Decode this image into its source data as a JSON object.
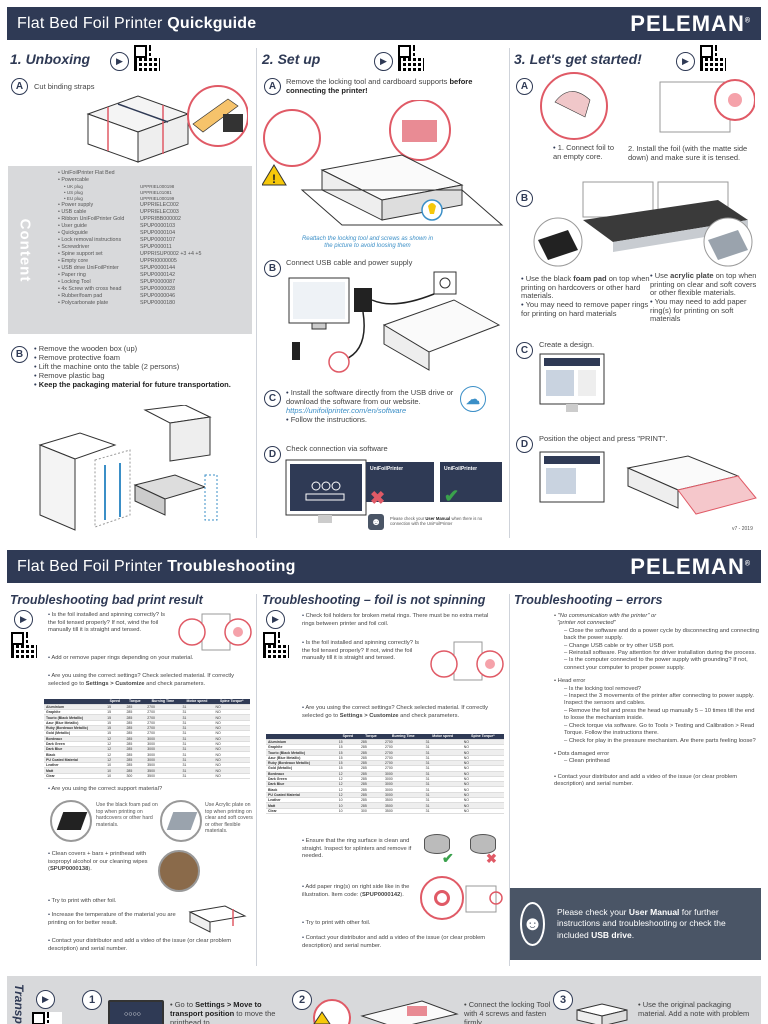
{
  "quickguide": {
    "title_regular": "Flat Bed Foil Printer",
    "title_bold": "Quickguide",
    "logo": "PELEMAN",
    "unboxing": {
      "title": "1. Unboxing",
      "a_label": "Cut binding straps",
      "content_label": "Content",
      "items": [
        [
          "UniFoilPrinter Flat Bed",
          ""
        ],
        [
          "Powercable",
          ""
        ],
        [
          "UK plug",
          "UPPRIEL000198"
        ],
        [
          "US plug",
          "UPPRIEL01081"
        ],
        [
          "EU plug",
          "UPPRIEL000199"
        ],
        [
          "Power supply",
          "UPPRIELEC002"
        ],
        [
          "USB cable",
          "UPPRIELEC003"
        ],
        [
          "Ribbon UniFoilPrinter Gold",
          "UPPRIBB000002"
        ],
        [
          "User guide",
          "SPUP0000103"
        ],
        [
          "Quickguide",
          "SPUP0000104"
        ],
        [
          "Lock removal instructions",
          "SPUP0000107"
        ],
        [
          "Screwdriver",
          "SPUP000011"
        ],
        [
          "Spine support set",
          "UPPRISUP0002 +3 +4 +5"
        ],
        [
          "Empty core",
          "UPPRI0000005"
        ],
        [
          "USB drive UniFoilPrinter",
          "SPUP0000144"
        ],
        [
          "Paper ring",
          "SPUP0000142"
        ],
        [
          "Locking Tool",
          "SPUP0000087"
        ],
        [
          "4x Screw with cross head",
          "SPUP0000028"
        ],
        [
          "Rubber/foam pad",
          "SPUP0000046"
        ],
        [
          "Polycarbonate plate",
          "SPUP0000180"
        ]
      ],
      "b_items": [
        "Remove the wooden box (up)",
        "Remove protective foam",
        "Lift the machine onto the table (2 persons)",
        "Remove plastic bag"
      ],
      "b_bold": "Keep the packaging material for future transportation."
    },
    "setup": {
      "title": "2. Set up",
      "a_text": "Remove the locking tool and cardboard supports",
      "a_bold": "before connecting the printer!",
      "a_note": "Reattach the locking tool and screws as shown in the picture to avoid loosing them",
      "b_text": "Connect USB cable and power supply",
      "c_text": "Install the software directly from the USB drive or download the software from our website.",
      "c_link": "https://unifoilprinter.com/en/software",
      "c_follow": "Follow the instructions.",
      "d_text": "Check connection via software",
      "d_screen": "UniFoilPrinter",
      "d_note_pre": "Please check your",
      "d_note_bold": "User Manual",
      "d_note_post": "when there is no connection with the UniFoilPrinter"
    },
    "started": {
      "title": "3. Let's get started!",
      "a1": "Connect foil to an empty core.",
      "a2": "Install the foil (with the matte side down) and make sure it is tensed.",
      "b_left_pre": "Use the black",
      "b_left_bold": "foam pad",
      "b_left_post": "on top when printing on hardcovers or other hard materials.",
      "b_left_2": "You may need to remove paper rings for printing on hard materials",
      "b_right_pre": "Use",
      "b_right_bold": "acrylic plate",
      "b_right_post": "on top when printing on clear and soft covers or other flexible materials.",
      "b_right_2": "You may need to add paper ring(s) for printing on soft materials",
      "c_text": "Create a design.",
      "d_text": "Position the object and press \"PRINT\".",
      "version": "v7 - 2019"
    }
  },
  "troubleshooting": {
    "title_regular": "Flat Bed Foil Printer",
    "title_bold": "Troubleshooting",
    "logo": "PELEMAN",
    "bad_print": {
      "title": "Troubleshooting bad print result",
      "i1": "Is the foil installed and spinning correctly? Is the foil tensed properly? If not, wind the foil manually till it is straight and tensed.",
      "i2": "Add or remove paper rings depending on your material.",
      "i3_pre": "Are you using the correct settings? Check selected material. If correctly selected go to",
      "i3_bold": "Settings > Customize",
      "i3_post": "and check parameters.",
      "i4": "Are you using the correct support material?",
      "foam": "Use the black foam pad on top when printing on hardcovers or other hard materials.",
      "acrylic": "Use Acrylic plate on top when printing on clear and soft covers or other flexible materials.",
      "clean_pre": "Clean covers + bars + printhead with isopropyl alcohol or our cleaning wipes (",
      "clean_bold": "SPUP0000138",
      "clean_post": ").",
      "i6": "Try to print with other foil.",
      "i7": "Increase the temperature of the material you are printing on for better result.",
      "i8": "Contact your distributor and add a video of the issue (or clear problem description) and serial number."
    },
    "not_spinning": {
      "title": "Troubleshooting – foil is not spinning",
      "i1": "Check foil holders for broken metal rings. There must be no extra metal rings between printer and foil coil.",
      "i2": "Is the foil installed and spinning correctly? Is the foil tensed properly? If not, wind the foil manually till it is straight and tensed.",
      "i3_pre": "Are you using the correct settings? Check selected material. If correctly selected go to",
      "i3_bold": "Settings > Customize",
      "i3_post": "and check parameters.",
      "i4": "Ensure that the ring surface is clean and straight. Inspect for splinters and remove if needed.",
      "i5_pre": "Add paper ring(s) on right side like in the illustration. Item code: (",
      "i5_bold": "SPUP0000142",
      "i5_post": ").",
      "i6": "Try to print with other foil.",
      "i7": "Contact your distributor and add a video of the issue (or clear problem description) and serial number."
    },
    "errors": {
      "title": "Troubleshooting – errors",
      "e1_a": "\"No communication with the printer\" or",
      "e1_b": "\"printer not connected\"",
      "e1_subs": [
        "Close the software and do a power cycle by disconnecting and connecting back the power supply.",
        "Change USB cable or try other USB port.",
        "Reinstall software. Pay attention for driver installation during the process.",
        "Is the computer connected to the power supply with grounding? If not, connect your computer to proper power supply."
      ],
      "e2": "Head error",
      "e2_subs": [
        "Is the locking tool removed?",
        "Inspect the 3 movements of the printer after connecting to power supply. Inspect the sensors and cables.",
        "Remove the foil and press the head up manually 5 – 10 times till the end to loose the mechanism inside.",
        "Check torque via software. Go to Tools > Testing and Calibration > Read Torque. Follow the instructions there.",
        "Check for play in the pressure mechanism. Are there parts feeling loose?"
      ],
      "e3": "Dots damaged error",
      "e3_subs": [
        "Clean printhead"
      ],
      "e4": "Contact your distributor and add a video of the issue (or clear problem description) and serial number.",
      "manual_pre": "Please check your",
      "manual_bold": "User Manual",
      "manual_mid": "for further instructions and troubleshooting or check the included",
      "manual_bold2": "USB drive",
      "manual_end": "."
    },
    "table_headers": [
      "",
      "Speed",
      "Torque",
      "Burning Time",
      "Motor speed",
      "Spine Torque*"
    ],
    "table_rows": [
      [
        "Aluminium",
        "15",
        "285",
        "2700",
        "31",
        "NO"
      ],
      [
        "Graphite",
        "15",
        "285",
        "2700",
        "31",
        "NO"
      ],
      [
        "Tourio (Black Metallic)",
        "15",
        "285",
        "2700",
        "31",
        "NO"
      ],
      [
        "Azur (Blue Metallic)",
        "15",
        "285",
        "2700",
        "31",
        "NO"
      ],
      [
        "Ruby (Bordeaux Metallic)",
        "15",
        "285",
        "2700",
        "31",
        "NO"
      ],
      [
        "Gold (Metallic)",
        "15",
        "285",
        "2700",
        "31",
        "NO"
      ],
      [
        "Bordeaux",
        "12",
        "285",
        "3000",
        "31",
        "NO"
      ],
      [
        "Dark Green",
        "12",
        "285",
        "3000",
        "31",
        "NO"
      ],
      [
        "Dark Blue",
        "12",
        "285",
        "3000",
        "31",
        "NO"
      ],
      [
        "Black",
        "12",
        "285",
        "3000",
        "31",
        "NO"
      ],
      [
        "PU Coated Material",
        "12",
        "285",
        "3000",
        "31",
        "NO"
      ],
      [
        "Leather",
        "10",
        "285",
        "3500",
        "31",
        "NO"
      ],
      [
        "Matt",
        "10",
        "285",
        "3500",
        "31",
        "NO"
      ],
      [
        "Clear",
        "10",
        "300",
        "3500",
        "31",
        "NO"
      ]
    ]
  },
  "transport": {
    "label": "Transport",
    "s1_pre": "Go to",
    "s1_bold": "Settings > Move to transport position",
    "s1_post": "to move the printhead to",
    "s2": "Connect the locking Tool with 4 screws and fasten firmly",
    "s3": "Use the original packaging material. Add a note with problem",
    "n1": "1",
    "n2": "2",
    "n3": "3"
  },
  "colors": {
    "navy": "#2f3a55",
    "accent_red": "#e05a66",
    "link_blue": "#3b8fc7",
    "panel_gray": "#d8d9db"
  },
  "icons": [
    "video-icon",
    "qr-code-icon",
    "check-icon",
    "cross-icon",
    "cloud-download-icon",
    "manual-reader-icon",
    "warning-icon",
    "lightbulb-icon"
  ]
}
